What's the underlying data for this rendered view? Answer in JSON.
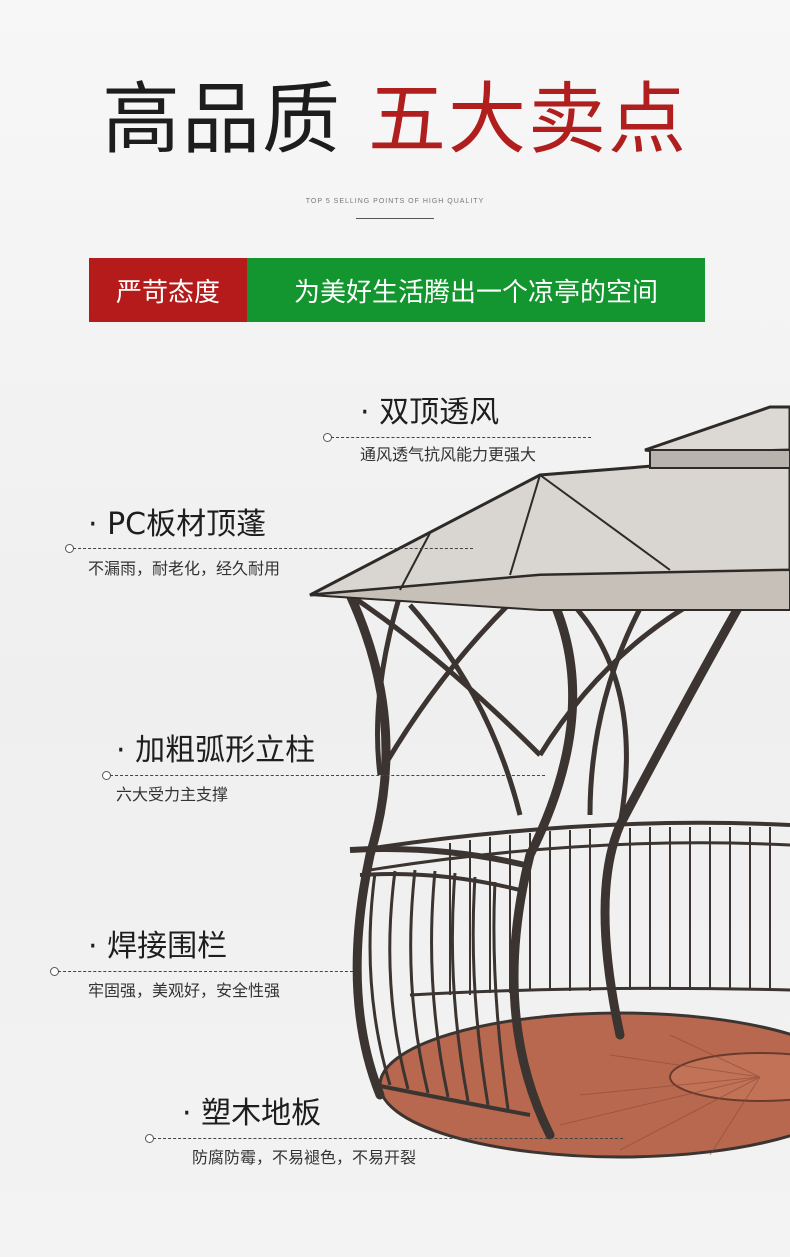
{
  "header": {
    "title_dark": "高品质",
    "title_red": "五大卖点",
    "subtitle": "TOP 5 SELLING POINTS OF HIGH QUALITY"
  },
  "banner": {
    "left": "严苛态度",
    "right": "为美好生活腾出一个凉亭的空间",
    "left_color": "#b51b1b",
    "right_color": "#13962f"
  },
  "features": [
    {
      "name": "· 双顶透风",
      "desc": "通风透气抗风能力更强大"
    },
    {
      "name": "· PC板材顶蓬",
      "desc": "不漏雨，耐老化，经久耐用"
    },
    {
      "name": "· 加粗弧形立柱",
      "desc": "六大受力主支撑"
    },
    {
      "name": "· 焊接围栏",
      "desc": "牢固强，美观好，安全性强"
    },
    {
      "name": "· 塑木地板",
      "desc": "防腐防霉，不易褪色，不易开裂"
    }
  ],
  "colors": {
    "accent_red": "#b01e1e",
    "accent_green": "#13962f",
    "frame": "#3b3430",
    "floor": "#b8684e"
  }
}
